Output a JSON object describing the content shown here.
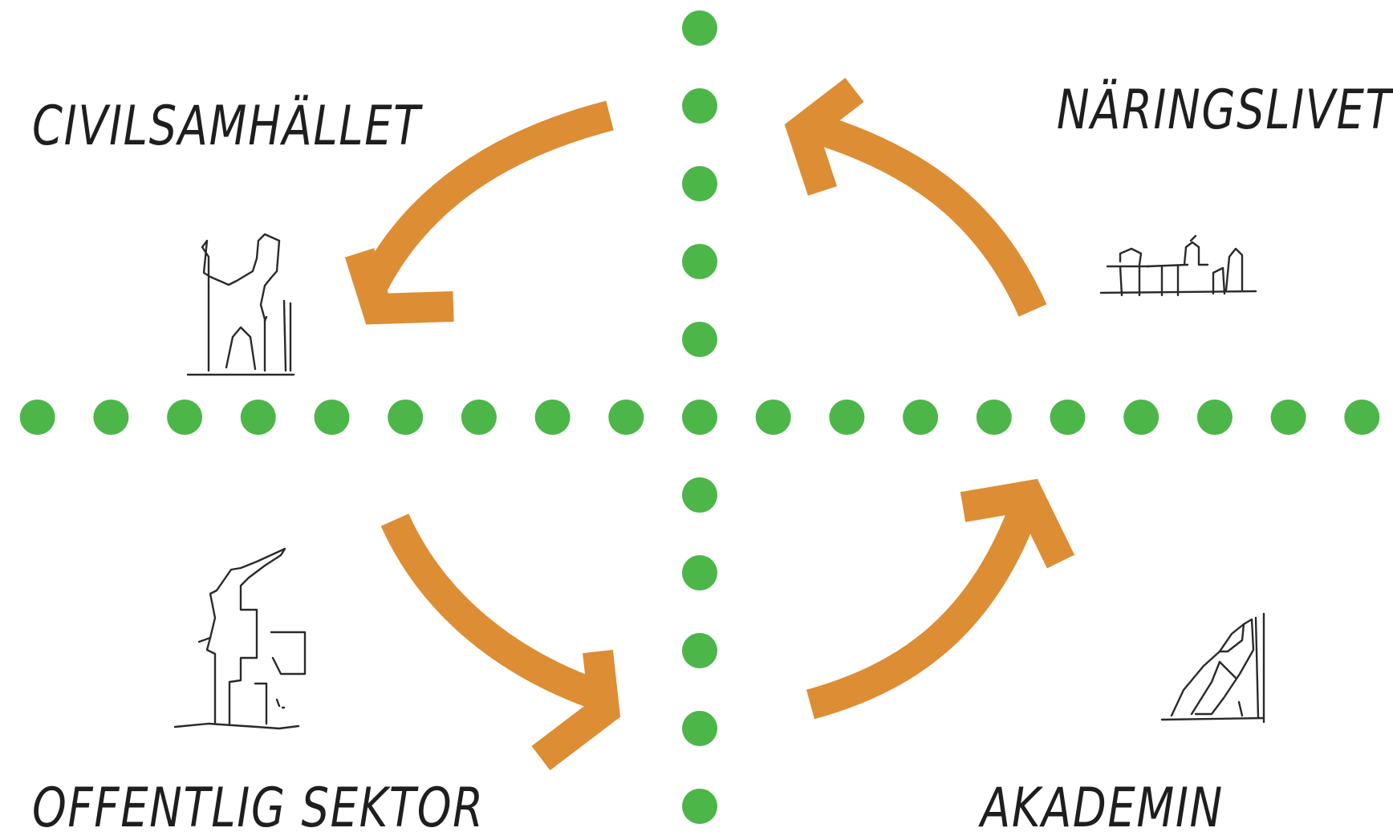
{
  "labels": {
    "top_left": "CIVILSAMHÄLLET",
    "top_right": "NÄRINGSLIVET",
    "bottom_left": "OFFENTLIG SEKTOR",
    "bottom_right": "AKADEMIN"
  },
  "colors": {
    "dots": "#4cb649",
    "arrows": "#dd8d34",
    "text": "#1e1e1e",
    "sketch": "#2a2a2a"
  },
  "icons": {
    "top_left": "figure-arms-raised-icon",
    "top_right": "figures-at-tables-icon",
    "bottom_left": "figure-pointing-on-steps-icon",
    "bottom_right": "figure-seated-reading-icon"
  }
}
